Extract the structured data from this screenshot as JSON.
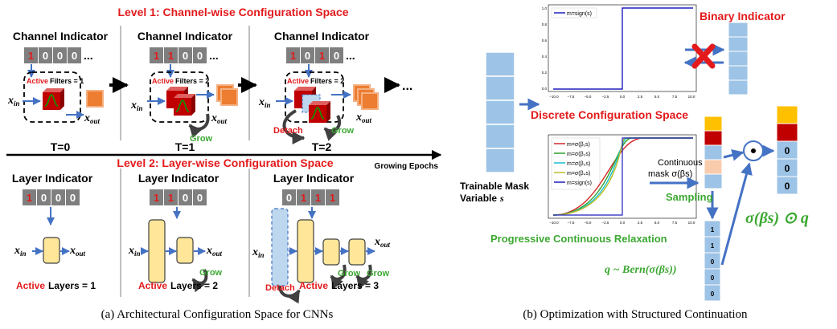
{
  "panel_a": {
    "level1_title": "Level 1: Channel-wise Configuration Space",
    "level2_title": "Level 2: Layer-wise Configuration Space",
    "channel_indicator": "Channel Indicator",
    "layer_indicator": "Layer Indicator",
    "ellipsis": "...",
    "x_in": "x",
    "x_in_sub": "in",
    "x_out": "x",
    "x_out_sub": "out",
    "active_word": "Active",
    "filters_eq_1": "Filters = 1",
    "filters_eq_2": "Filters = 2",
    "grow": "Grow",
    "detach": "Detach",
    "t0": "T=0",
    "t1": "T=1",
    "t2": "T=2",
    "growing_epochs": "Growing Epochs",
    "layers_eq_1": "Layers = 1",
    "layers_eq_2": "Layers = 2",
    "layers_eq_3": "Layers = 3",
    "indicators": {
      "ch_t0": [
        "1",
        "0",
        "0",
        "0"
      ],
      "ch_t1": [
        "1",
        "1",
        "0",
        "0"
      ],
      "ch_t2": [
        "1",
        "0",
        "1",
        "0"
      ],
      "ly_1": [
        "1",
        "0",
        "0",
        "0"
      ],
      "ly_2": [
        "1",
        "1",
        "0",
        "0"
      ],
      "ly_3": [
        "0",
        "1",
        "1",
        "1"
      ]
    },
    "caption": "(a)  Architectural Configuration Space for CNNs"
  },
  "panel_b": {
    "binary_indicator": "Binary Indicator",
    "discrete_space": "Discrete Configuration Space",
    "trainable_mask_line1": "Trainable Mask",
    "trainable_mask_line2": "Variable",
    "var_s": "s",
    "continuous_line1": "Continuous",
    "continuous_line2": "mask σ(βs)",
    "sampling": "Sampling",
    "progressive": "Progressive Continuous Relaxation",
    "q_bern": "q ~ Bern(σ(βs))",
    "sigma_q": "σ(βs) ⊙ q",
    "odot": "⊙",
    "sample_bits": [
      "1",
      "1",
      "0",
      "0",
      "0"
    ],
    "result_bits": [
      "0",
      "0",
      "0"
    ],
    "caption": "(b)  Optimization with Structured Continuation",
    "plot_top_legend": "m=sign(s)",
    "plot_top_yticks": [
      "1.0",
      "0.8",
      "0.6",
      "0.4",
      "0.2",
      "0.0"
    ],
    "plot_xticks": [
      "−10.0",
      "−7.5",
      "−5.0",
      "−2.5",
      "0.0",
      "2.5",
      "5.0",
      "7.5",
      "10.0"
    ],
    "plot_bottom_legend": [
      "m=σ(β₁s)",
      "m=σ(β₂s)",
      "m=σ(β₃s)",
      "m=σ(β₄s)",
      "m=sign(s)"
    ],
    "colors": {
      "red_label": "#e31a1c",
      "green_label": "#3ca832",
      "arrow": "#4472c4",
      "mask_blue": "#9dc3e6",
      "filter_red": "#c00000",
      "filter_orange": "#ed7d31",
      "yellow_layer": "#ffe699"
    }
  }
}
